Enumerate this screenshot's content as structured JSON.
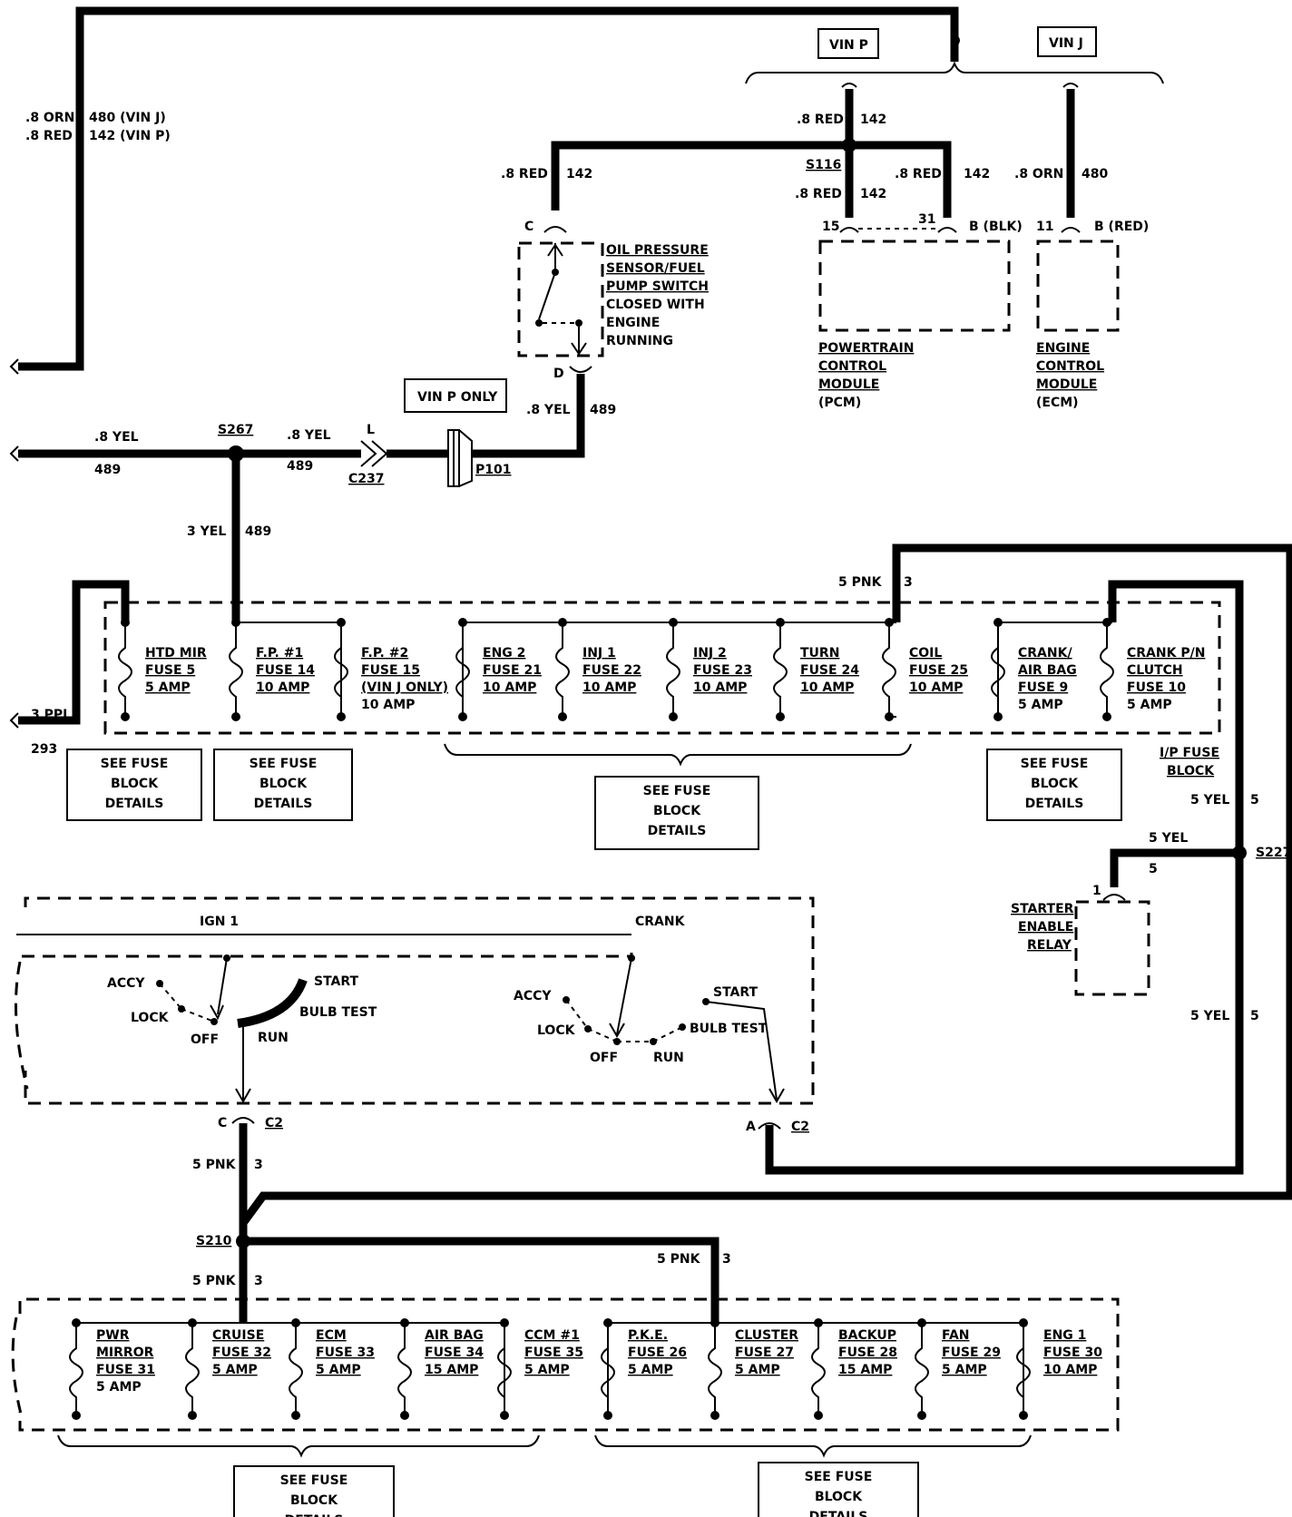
{
  "top": {
    "vin_p": "VIN P",
    "vin_j": "VIN J",
    "left_w1_size": ".8 ORN",
    "left_w1_circ": "480 (VIN J)",
    "left_w2_size": ".8 RED",
    "left_w2_circ": "142 (VIN P)",
    "s116": "S116",
    "w_top_size": ".8 RED",
    "w_top_circ": "142",
    "w_pcm_size": ".8 RED",
    "w_pcm_circ": "142",
    "w_pcm31_size": ".8 RED",
    "w_pcm31_circ": "142",
    "w_sensor_size": ".8 RED",
    "w_sensor_circ": "142",
    "w_ecm_size": ".8 ORN",
    "w_ecm_circ": "480",
    "pin_15": "15",
    "pin_31": "31",
    "pin_b_blk": "B (BLK)",
    "pin_11": "11",
    "pin_b_red": "B (RED)",
    "pcm_label": [
      "POWERTRAIN",
      "CONTROL",
      "MODULE",
      "(PCM)"
    ],
    "ecm_label": [
      "ENGINE",
      "CONTROL",
      "MODULE",
      "(ECM)"
    ],
    "sensor_pin_c": "C",
    "sensor_pin_d": "D",
    "sensor_label": [
      "OIL PRESSURE",
      "SENSOR/FUEL",
      "PUMP SWITCH",
      "CLOSED WITH",
      "ENGINE",
      "RUNNING"
    ],
    "w_sensor_out_size": ".8 YEL",
    "w_sensor_out_circ": "489",
    "vin_p_only": "VIN P ONLY",
    "p101": "P101",
    "c237": "C237",
    "c237_pin": "L",
    "s267": "S267",
    "w_left489_size": ".8 YEL",
    "w_left489_circ": "489",
    "w_mid489_size": ".8 YEL",
    "w_mid489_circ": "489",
    "w_down489_size": "3 YEL",
    "w_down489_circ": "489"
  },
  "upper_fuses": {
    "feed_size": "5 PNK",
    "feed_circ": "3",
    "out_size": "3 PPL",
    "out_circ": "293",
    "items": [
      {
        "l1": "HTD MIR",
        "l2": "FUSE 5",
        "l3": "5 AMP",
        "l4": ""
      },
      {
        "l1": "F.P. #1",
        "l2": "FUSE 14",
        "l3": "10 AMP",
        "l4": ""
      },
      {
        "l1": "F.P. #2",
        "l2": "FUSE 15",
        "l3": "(VIN J ONLY)",
        "l4": "10 AMP"
      },
      {
        "l1": "ENG 2",
        "l2": "FUSE 21",
        "l3": "10 AMP",
        "l4": ""
      },
      {
        "l1": "INJ 1",
        "l2": "FUSE 22",
        "l3": "10 AMP",
        "l4": ""
      },
      {
        "l1": "INJ 2",
        "l2": "FUSE 23",
        "l3": "10 AMP",
        "l4": ""
      },
      {
        "l1": "TURN",
        "l2": "FUSE 24",
        "l3": "10 AMP",
        "l4": ""
      },
      {
        "l1": "COIL",
        "l2": "FUSE 25",
        "l3": "10 AMP",
        "l4": ""
      },
      {
        "l1": "CRANK/",
        "l2": "AIR BAG",
        "l3": "FUSE 9",
        "l4": "5 AMP"
      },
      {
        "l1": "CRANK P/N",
        "l2": "CLUTCH",
        "l3": "FUSE 10",
        "l4": "5 AMP"
      }
    ],
    "ip_fuse_block": [
      "I/P FUSE",
      "BLOCK"
    ]
  },
  "see_fuse": [
    "SEE FUSE",
    "BLOCK",
    "DETAILS"
  ],
  "right": {
    "w1_size": "5 YEL",
    "w1_circ": "5",
    "w2_size": "5 YEL",
    "w2_circ": "5",
    "w3_size": "5 YEL",
    "w3_circ": "5",
    "s227": "S227",
    "relay_pin": "1",
    "relay_label": [
      "STARTER",
      "ENABLE",
      "RELAY"
    ]
  },
  "switch": {
    "ign1": "IGN 1",
    "crank": "CRANK",
    "accy": "ACCY",
    "lock": "LOCK",
    "off": "OFF",
    "run": "RUN",
    "start": "START",
    "bulb_test": "BULB TEST",
    "pin_c": "C",
    "pin_a": "A",
    "c2": "C2"
  },
  "lower": {
    "w1_size": "5 PNK",
    "w1_circ": "3",
    "w2_size": "5 PNK",
    "w2_circ": "3",
    "w3_size": "5 PNK",
    "w3_circ": "3",
    "s210": "S210",
    "items": [
      {
        "l1": "PWR",
        "l2": "MIRROR",
        "l3": "FUSE 31",
        "l4": "5 AMP"
      },
      {
        "l1": "CRUISE",
        "l2": "FUSE 32",
        "l3": "5 AMP",
        "l4": ""
      },
      {
        "l1": "ECM",
        "l2": "FUSE 33",
        "l3": "5 AMP",
        "l4": ""
      },
      {
        "l1": "AIR BAG",
        "l2": "FUSE 34",
        "l3": "15 AMP",
        "l4": ""
      },
      {
        "l1": "CCM #1",
        "l2": "FUSE 35",
        "l3": "5 AMP",
        "l4": ""
      },
      {
        "l1": "P.K.E.",
        "l2": "FUSE 26",
        "l3": "5 AMP",
        "l4": ""
      },
      {
        "l1": "CLUSTER",
        "l2": "FUSE 27",
        "l3": "5 AMP",
        "l4": ""
      },
      {
        "l1": "BACKUP",
        "l2": "FUSE 28",
        "l3": "15 AMP",
        "l4": ""
      },
      {
        "l1": "FAN",
        "l2": "FUSE 29",
        "l3": "5 AMP",
        "l4": ""
      },
      {
        "l1": "ENG 1",
        "l2": "FUSE 30",
        "l3": "10 AMP",
        "l4": ""
      }
    ]
  }
}
